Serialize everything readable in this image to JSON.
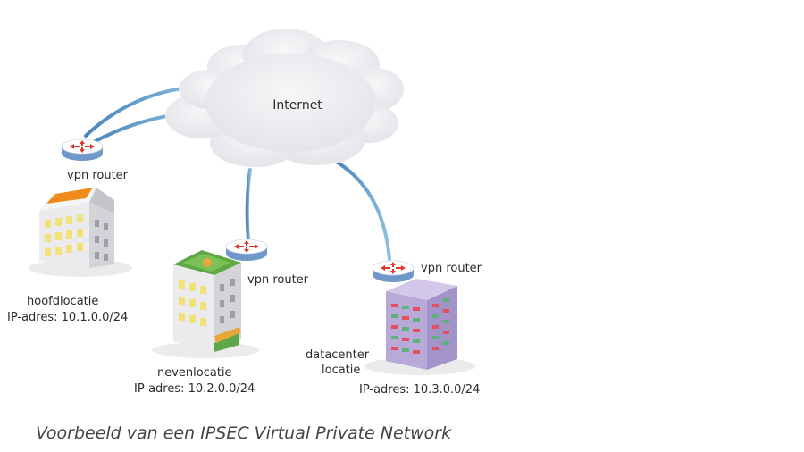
{
  "cloud": {
    "label": "Internet"
  },
  "sites": [
    {
      "router_label": "vpn router",
      "name": "hoofdlocatie",
      "ip": "IP-adres: 10.1.0.0/24"
    },
    {
      "router_label": "vpn router",
      "name": "nevenlocatie",
      "ip": "IP-adres: 10.2.0.0/24"
    },
    {
      "router_label": "vpn router",
      "name_line1": "datacenter",
      "name_line2": "locatie",
      "ip": "IP-adres: 10.3.0.0/24"
    }
  ],
  "caption": "Voorbeeld van een IPSEC Virtual Private Network",
  "colors": {
    "cloud": "#ededf0",
    "link": "#5b9bc8",
    "router_top": "#ffffff",
    "router_side": "#7fa6d4",
    "router_arrows": "#e0392b",
    "building_wall": "#e9e9ec",
    "window": "#f2e27a",
    "roof_orange": "#f08a1c",
    "roof_green": "#5ea845",
    "datacenter": "#b8a9d8"
  }
}
